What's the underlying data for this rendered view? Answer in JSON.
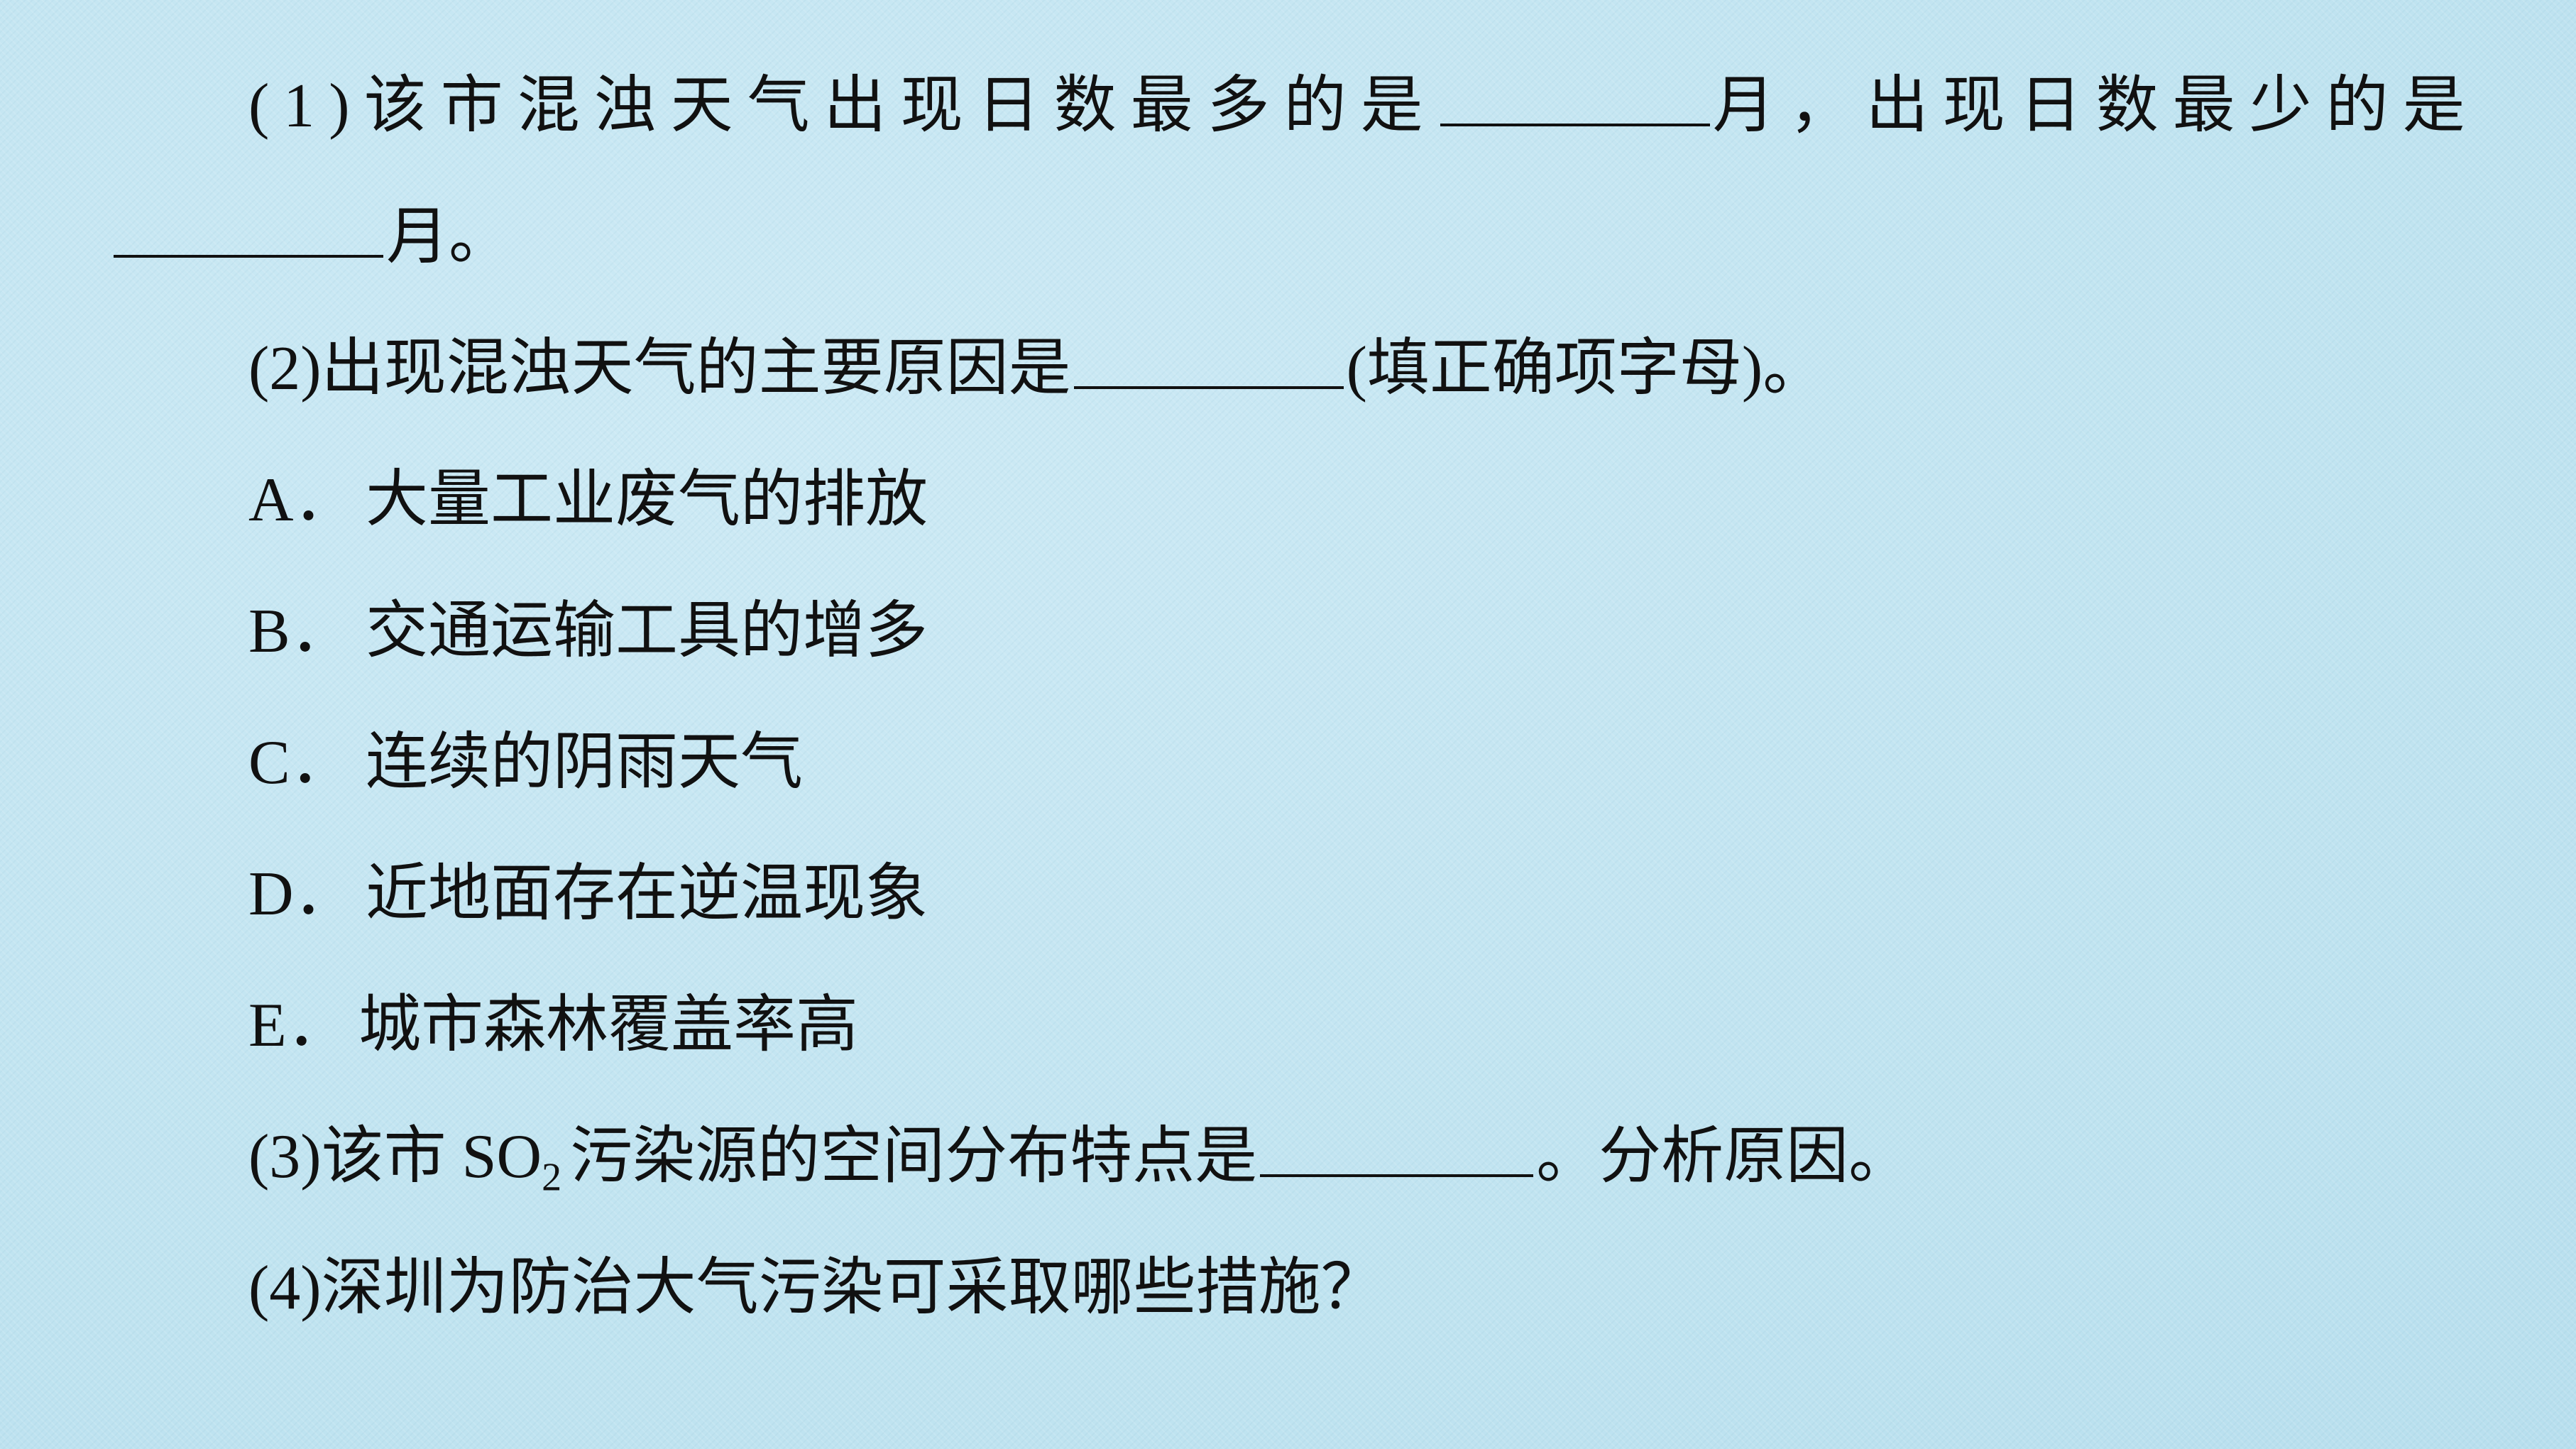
{
  "q1": {
    "part_a": "(1)该市混浊天气出现日数最多的是",
    "part_b": "月，出现日数最少的是",
    "part_c": "月。"
  },
  "q2": {
    "part_a": "(2)出现混浊天气的主要原因是",
    "part_b": "(填正确项字母)。"
  },
  "options": [
    {
      "letter": "A．",
      "text": "大量工业废气的排放"
    },
    {
      "letter": "B．",
      "text": "交通运输工具的增多"
    },
    {
      "letter": "C．",
      "text": "连续的阴雨天气"
    },
    {
      "letter": "D．",
      "text": "近地面存在逆温现象"
    },
    {
      "letter": "E．",
      "text": "城市森林覆盖率高"
    }
  ],
  "q3": {
    "part_a": "(3)该市 SO",
    "sub": "2",
    "part_b": "污染源的空间分布特点是",
    "part_c": "。分析原因。"
  },
  "q4": {
    "text": "(4)深圳为防治大气污染可采取哪些措施？"
  }
}
